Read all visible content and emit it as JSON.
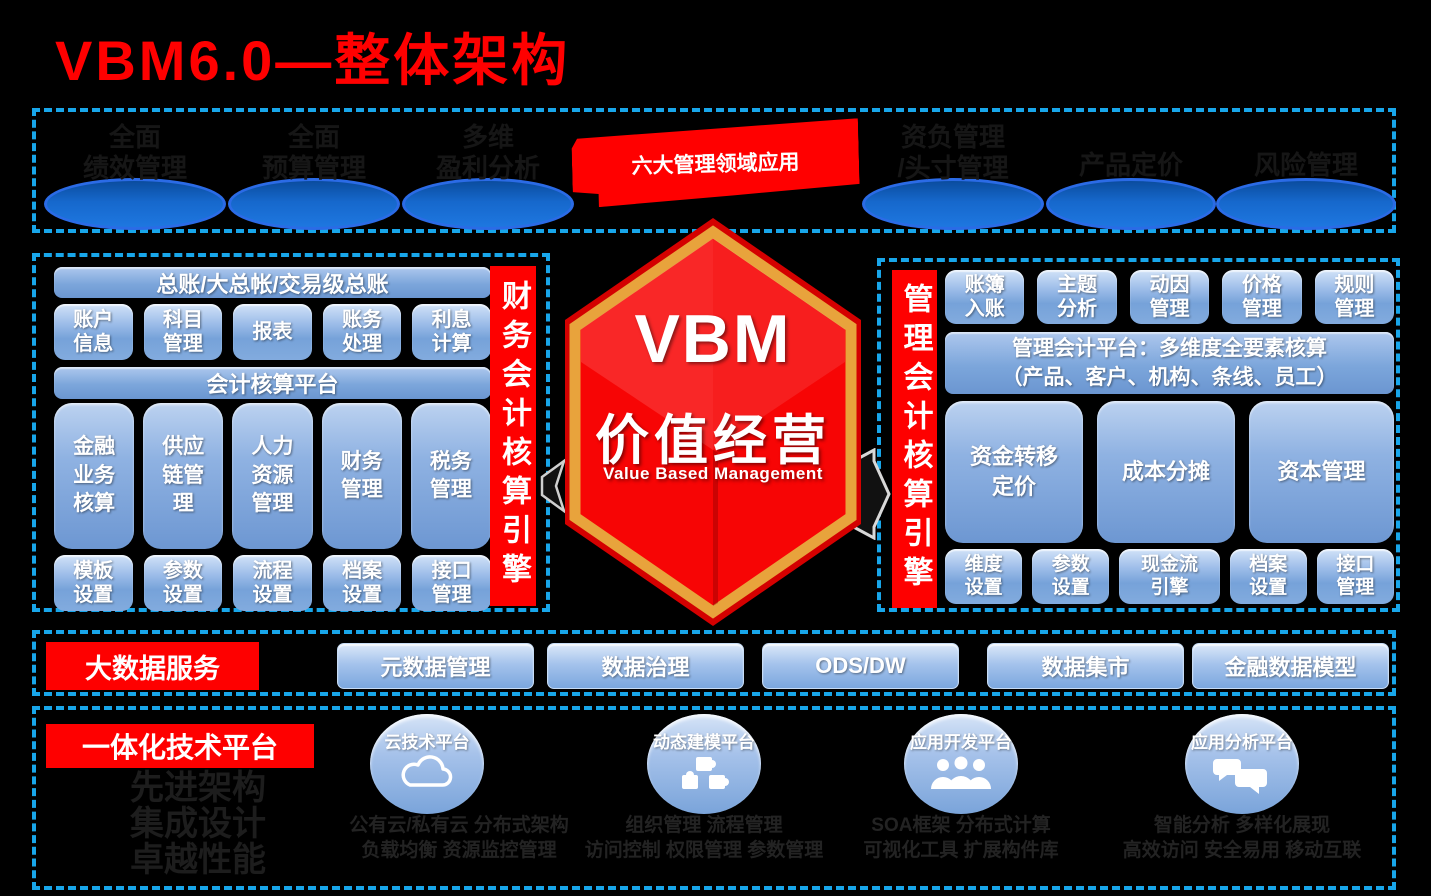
{
  "title": "VBM6.0—整体架构",
  "colors": {
    "accent_red": "#ff0000",
    "box_blue": "#7ca6db",
    "oval_blue": "#1668cc",
    "dashed_border": "#18a6ea",
    "hex_rim_orange": "#e8a33c"
  },
  "top_band": {
    "banner": "六大管理领域应用",
    "domains": [
      {
        "label": "全面\n绩效管理"
      },
      {
        "label": "全面\n预算管理"
      },
      {
        "label": "多维\n盈利分析"
      },
      {
        "label": "资负管理\n/头寸管理"
      },
      {
        "label": "产品定价"
      },
      {
        "label": "风险管理"
      }
    ]
  },
  "left_block": {
    "engine_label": "财务会计核算引擎",
    "top_bar": "总账/大总帐/交易级总账",
    "row2": [
      "账户\n信息",
      "科目\n管理",
      "报表",
      "账务\n处理",
      "利息\n计算"
    ],
    "platform_bar": "会计核算平台",
    "row4": [
      "金融\n业务\n核算",
      "供应\n链管\n理",
      "人力\n资源\n管理",
      "财务\n管理",
      "税务\n管理"
    ],
    "row5": [
      "模板\n设置",
      "参数\n设置",
      "流程\n设置",
      "档案\n设置",
      "接口\n管理"
    ]
  },
  "hexagon": {
    "acronym": "VBM",
    "title": "价值经营",
    "subtitle": "Value Based Management"
  },
  "right_block": {
    "engine_label": "管理会计核算引擎",
    "row1": [
      "账簿\n入账",
      "主题\n分析",
      "动因\n管理",
      "价格\n管理",
      "规则\n管理"
    ],
    "platform_bar": "管理会计平台：多维度全要素核算\n（产品、客户、机构、条线、员工）",
    "row3": [
      "资金转移\n定价",
      "成本分摊",
      "资本管理"
    ],
    "row4": [
      "维度\n设置",
      "参数\n设置",
      "现金流\n引擎",
      "档案\n设置",
      "接口\n管理"
    ]
  },
  "data_band": {
    "label": "大数据服务",
    "items": [
      "元数据管理",
      "数据治理",
      "ODS/DW",
      "数据集市",
      "金融数据模型"
    ]
  },
  "tech_band": {
    "label": "一体化技术平台",
    "motto": "先进架构\n集成设计\n卓越性能",
    "platforms": [
      {
        "name": "云技术平台",
        "icon": "cloud-icon",
        "caption": "公有云/私有云 分布式架构\n负载均衡 资源监控管理"
      },
      {
        "name": "动态建模平台",
        "icon": "puzzle-icon",
        "caption": "组织管理 流程管理\n访问控制 权限管理 参数管理"
      },
      {
        "name": "应用开发平台",
        "icon": "people-icon",
        "caption": "SOA框架 分布式计算\n可视化工具 扩展构件库"
      },
      {
        "name": "应用分析平台",
        "icon": "chat-icon",
        "caption": "智能分析 多样化展现\n高效访问 安全易用 移动互联"
      }
    ]
  }
}
